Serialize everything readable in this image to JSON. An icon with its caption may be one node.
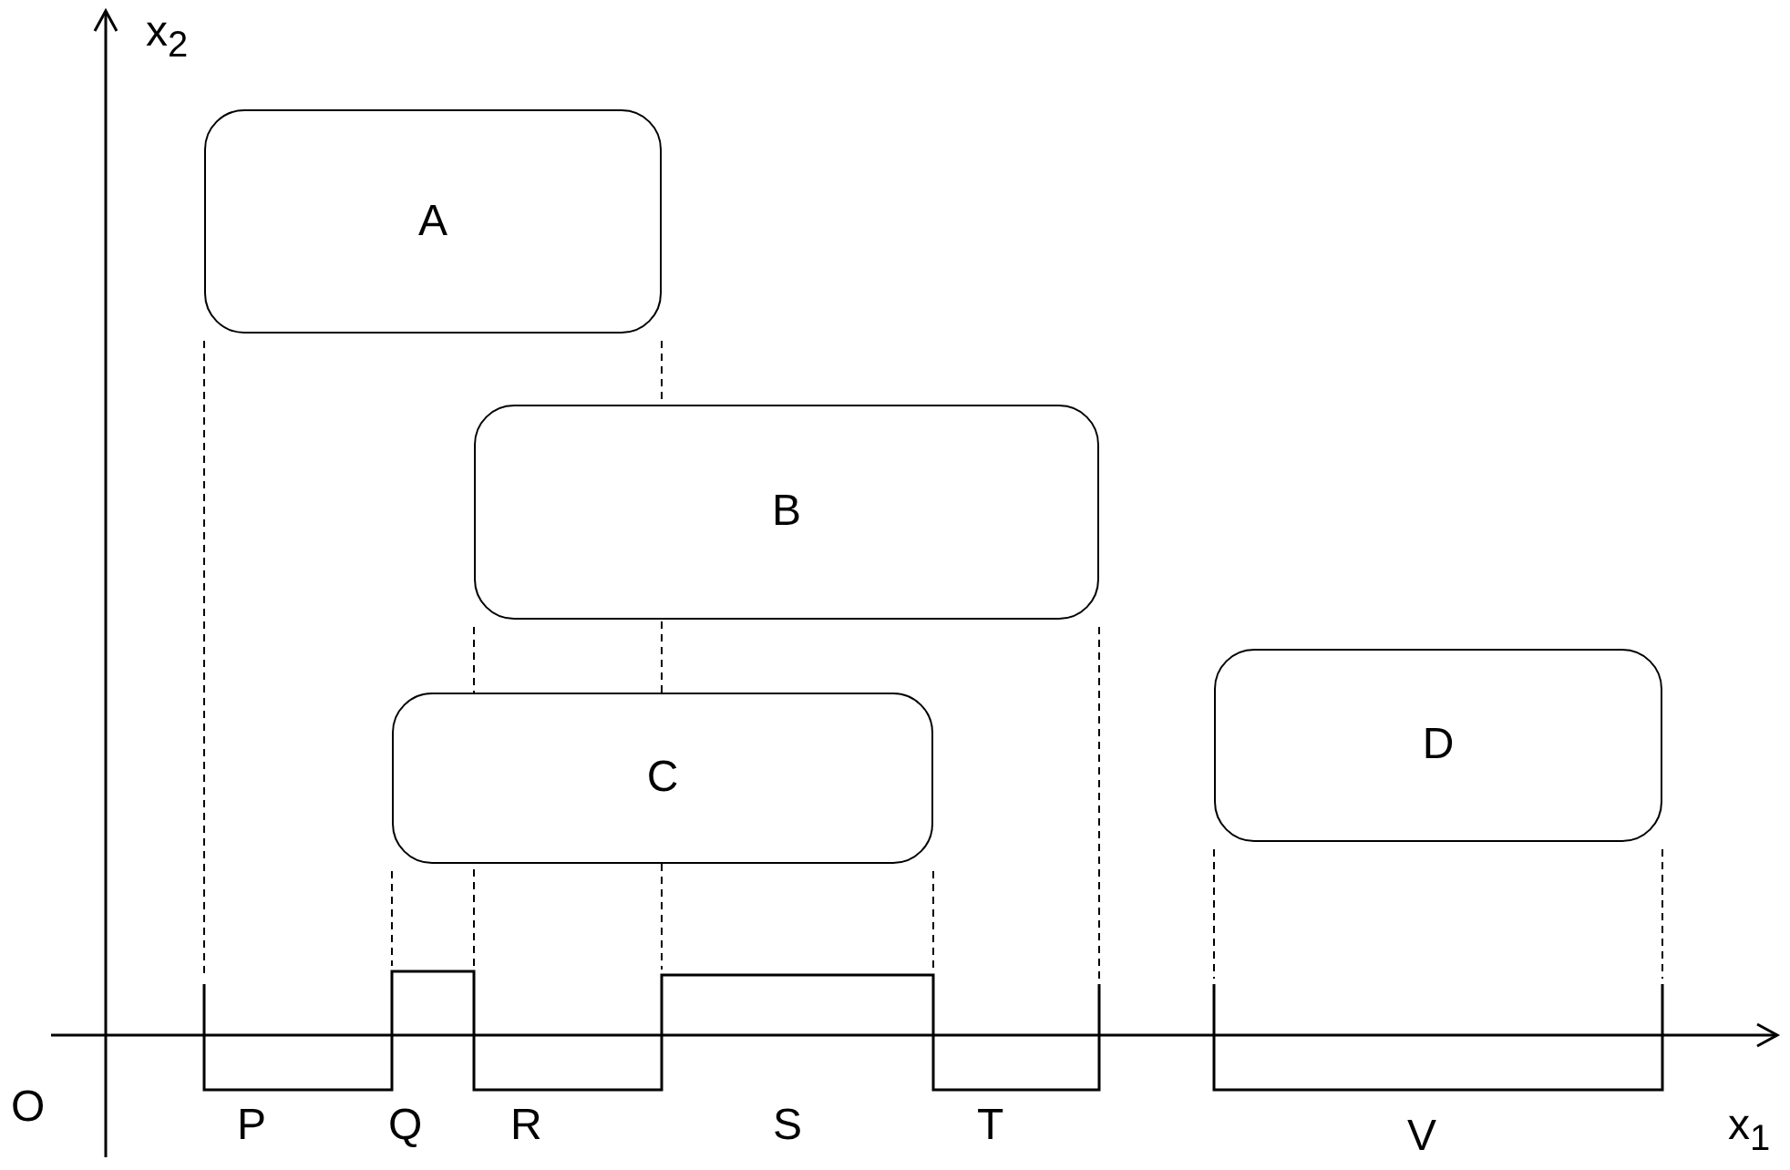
{
  "diagram": {
    "nodes": [
      {
        "text": [
          "A"
        ]
      },
      {
        "text": [
          "B"
        ]
      },
      {
        "text": [
          "C"
        ]
      },
      {
        "text": [
          "D"
        ]
      }
    ],
    "edges": [],
    "labels": [
      "x$_{2}$",
      "O",
      "P",
      "Q",
      "R",
      "S",
      "T",
      "V",
      "x$_{1}$"
    ]
  }
}
